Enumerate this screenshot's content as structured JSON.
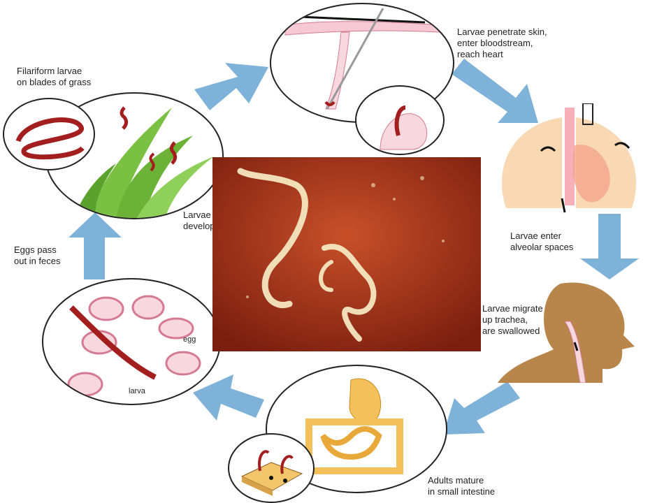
{
  "labels": {
    "filariform": "Filariform larvae\non blades of grass",
    "penetrate": "Larvae penetrate skin,\nenter bloodstream,\nreach heart",
    "alveolar": "Larvae enter\nalveolar spaces",
    "trachea": "Larvae migrate\nup trachea,\nare swallowed",
    "adults": "Adults mature\nin small intestine",
    "eggs_pass": "Eggs pass\nout in feces",
    "develop": "Larvae\ndevelop",
    "egg": "egg",
    "larva": "larva"
  },
  "colors": {
    "arrow": "#7fb2d9",
    "worm": "#a31e1e",
    "grass": "#79c043",
    "lung": "#f9d9b4",
    "head": "#b8864b",
    "intestine": "#f4c05c",
    "photo_bg": "#b03a1c"
  },
  "icons": [
    "grass-icon",
    "skin-icon",
    "lungs-icon",
    "head-icon",
    "intestine-icon",
    "soil-icon",
    "egg-icon",
    "larva-icon"
  ]
}
